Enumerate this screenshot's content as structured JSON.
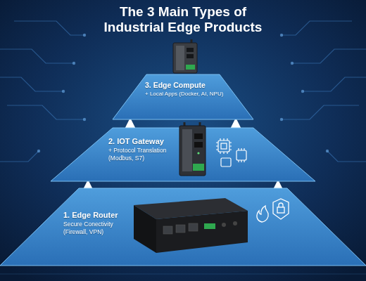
{
  "diagram": {
    "title": "The 3 Main Types of Industrial Edge Products",
    "nodes": [
      {
        "text": [
          "3. Edge Compute",
          "+ Local Apps (Docker, AI, NPU)"
        ]
      },
      {
        "text": [
          "2. IOT Gateway",
          "+ Protocol Translation (Modbus, S7)"
        ]
      },
      {
        "text": [
          "1. Edge Router",
          "Secure Conectivity (Firewall, VPN)"
        ]
      }
    ],
    "edges": [
      {
        "from": 2,
        "to": 1,
        "arrow": "to"
      },
      {
        "from": 2,
        "to": 1,
        "arrow": "to"
      },
      {
        "from": 1,
        "to": 0,
        "arrow": "to"
      },
      {
        "from": 1,
        "to": 0,
        "arrow": "to"
      }
    ]
  }
}
